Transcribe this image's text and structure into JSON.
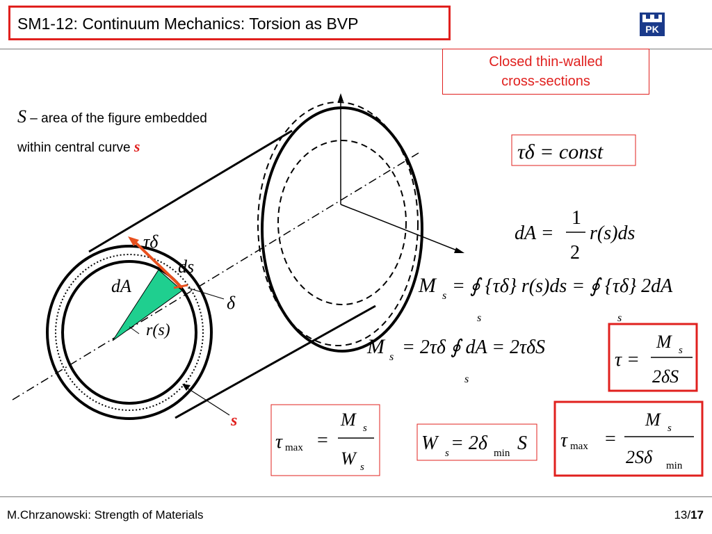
{
  "header": {
    "title": "SM1-12: Continuum Mechanics: Torsion as BVP"
  },
  "topic_box": {
    "line1": "Closed thin-walled",
    "line2": "cross-sections"
  },
  "definition": {
    "symbol": "S",
    "line1": " – area of the figure embedded",
    "line2": "within central curve ",
    "curve_symbol": "s"
  },
  "diagram": {
    "labels": {
      "tau_delta": "τδ",
      "ds": "ds",
      "dA": "dA",
      "delta": "δ",
      "r_s": "r(s)",
      "s": "s"
    }
  },
  "equations": {
    "const": "τδ = const",
    "dA": {
      "lhs": "dA =",
      "num": "1",
      "den": "2",
      "rhs": "r(s)ds"
    },
    "ms_line": {
      "lhs": "M",
      "sub": "s",
      "part1": "= ∮ {τδ} r(s)ds = ∮ {τδ} 2dA",
      "int_sub": "s"
    },
    "ms_area": {
      "text": "= 2τδ ∮ dA = 2τδS"
    },
    "tau": {
      "lhs": "τ =",
      "num": "M",
      "num_sub": "s",
      "den": "2δS"
    },
    "tau_max_ws": {
      "lhs": "τ",
      "lhs_sub": "max",
      "eq": "=",
      "num": "M",
      "num_sub": "s",
      "den": "W",
      "den_sub": "s"
    },
    "ws": {
      "lhs": "W",
      "lhs_sub": "s",
      "eq": "= 2δ",
      "delta_sub": "min",
      "rhs": "S"
    },
    "tau_max_final": {
      "lhs": "τ",
      "lhs_sub": "max",
      "eq": "=",
      "num": "M",
      "num_sub": "s",
      "den": "2Sδ",
      "den_sub": "min"
    }
  },
  "footer": {
    "left": "M.Chrzanowski: Strength of Materials",
    "page": "13/",
    "total": "17"
  },
  "colors": {
    "accent_red": "#e0201e",
    "green_fill": "#1fcf8f",
    "arrow_orange": "#e8501e"
  }
}
